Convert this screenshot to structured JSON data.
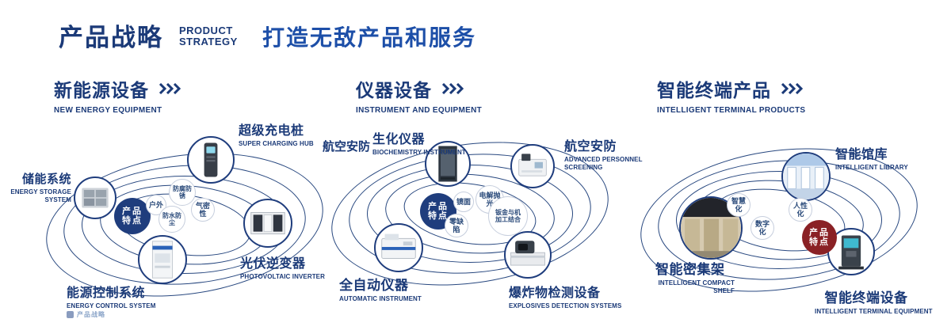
{
  "colors": {
    "primary_navy": "#1b3a78",
    "accent_blue": "#1d4fa8",
    "center_circle_navy": "#1f3d7d",
    "center_circle_red": "#8a2125",
    "bubble_border": "#c6cedd"
  },
  "header": {
    "title_cn": "产品战略",
    "title_en_line1": "PRODUCT",
    "title_en_line2": "STRATEGY",
    "subtitle": "打造无敌产品和服务"
  },
  "footer": {
    "mark": "产品战略"
  },
  "sections": [
    {
      "title_cn": "新能源设备",
      "title_en": "NEW ENERGY EQUIPMENT",
      "center": {
        "line1": "产品",
        "line2": "特点"
      },
      "features": [
        "防腐防锈",
        "户外",
        "气密性",
        "防水防尘"
      ],
      "nodes": [
        {
          "cn": "储能系统",
          "en": "ENERGY STORAGE SYSTEM"
        },
        {
          "cn": "超级充电桩",
          "en": "SUPER CHARGING HUB"
        },
        {
          "cn": "光伏逆变器",
          "en": "PHOTOVOLTAIC INVERTER"
        },
        {
          "cn": "能源控制系统",
          "en": "ENERGY CONTROL SYSTEM"
        }
      ]
    },
    {
      "title_cn": "仪器设备",
      "title_en": "INSTRUMENT AND EQUIPMENT",
      "center": {
        "line1": "产品",
        "line2": "特点"
      },
      "features": [
        "镜面",
        "电解抛光",
        "零缺陷",
        "钣金与机加工结合"
      ],
      "nodes": [
        {
          "side_cn": "航空安防",
          "cn": "生化仪器",
          "en": "BIOCHEMISTRY INSTRUMENT"
        },
        {
          "cn": "航空安防",
          "en": "ADVANCED PERSONNEL SCREENING"
        },
        {
          "cn": "全自动仪器",
          "en": "AUTOMATIC INSTRUMENT"
        },
        {
          "cn": "爆炸物检测设备",
          "en": "EXPLOSIVES DETECTION SYSTEMS"
        }
      ]
    },
    {
      "title_cn": "智能终端产品",
      "title_en": "INTELLIGENT TERMINAL PRODUCTS",
      "center": {
        "line1": "产品",
        "line2": "特点"
      },
      "features": [
        "智慧化",
        "人性化",
        "数字化"
      ],
      "nodes": [
        {
          "cn": "智能馆库",
          "en": "INTELLIGENT LIBRARY"
        },
        {
          "cn": "智能密集架",
          "en": "INTELLIGENT COMPACT SHELF"
        },
        {
          "cn": "智能终端设备",
          "en": "INTELLIGENT TERMINAL EQUIPMENT"
        }
      ]
    }
  ]
}
